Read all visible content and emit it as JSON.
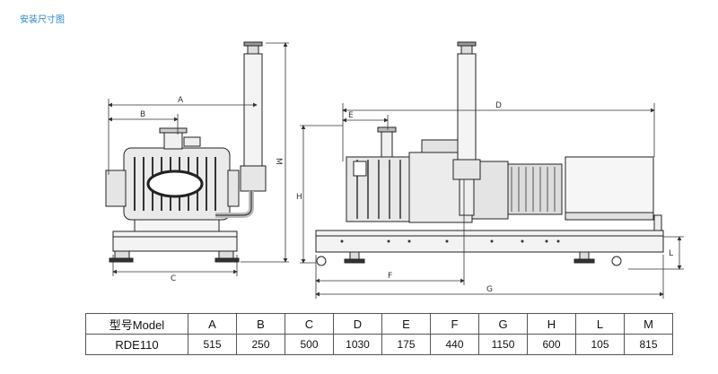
{
  "page": {
    "title": "安装尺寸图"
  },
  "diagram": {
    "dimension_labels": {
      "A": "A",
      "B": "B",
      "C": "C",
      "D": "D",
      "E": "E",
      "F": "F",
      "G": "G",
      "H": "H",
      "L": "L",
      "M": "M"
    }
  },
  "spec_table": {
    "header_model": "型号Model",
    "columns": [
      "A",
      "B",
      "C",
      "D",
      "E",
      "F",
      "G",
      "H",
      "L",
      "M"
    ],
    "row": {
      "model": "RDE110",
      "values": [
        "515",
        "250",
        "500",
        "1030",
        "175",
        "440",
        "1150",
        "600",
        "105",
        "815"
      ]
    }
  }
}
